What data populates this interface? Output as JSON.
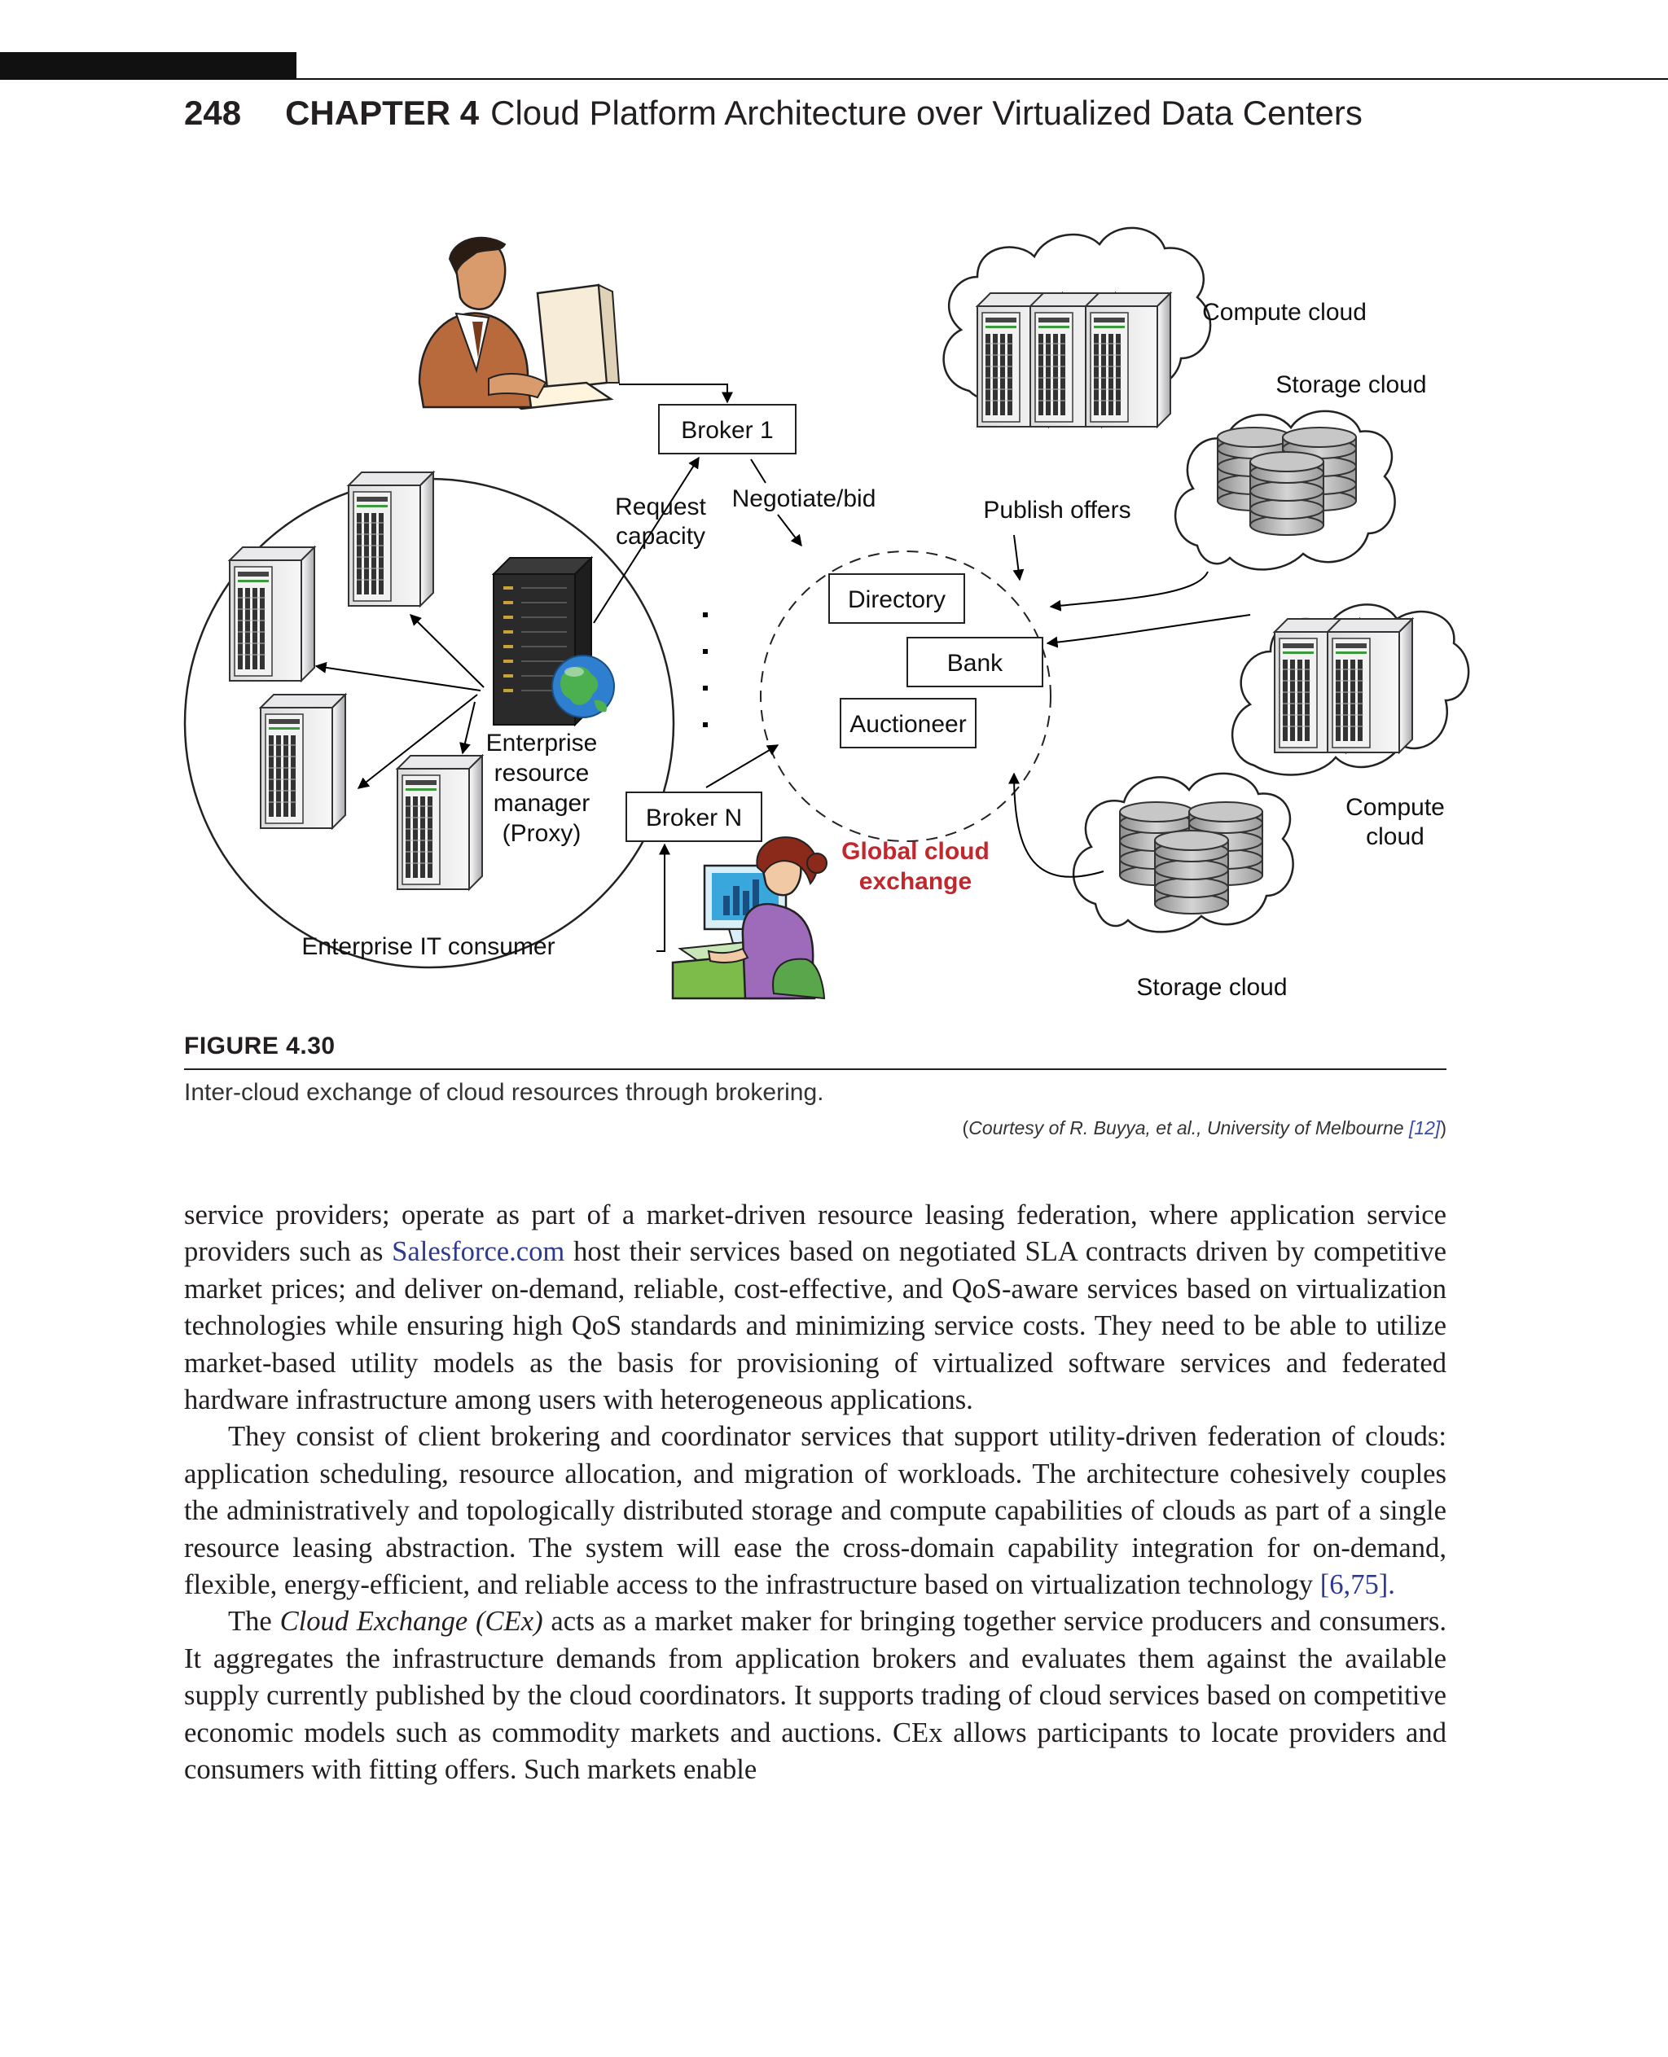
{
  "running_head": {
    "page_number": "248",
    "chapter": "CHAPTER 4",
    "chapter_title": "Cloud Platform Architecture over Virtualized Data Centers"
  },
  "figure": {
    "labels": {
      "broker1": "Broker 1",
      "request": "Request",
      "capacity": "capacity",
      "negotiate": "Negotiate/bid",
      "publish": "Publish offers",
      "directory": "Directory",
      "bank": "Bank",
      "auctioneer": "Auctioneer",
      "broker_n": "Broker N",
      "gce_line1": "Global cloud",
      "gce_line2": "exchange",
      "erm_line1": "Enterprise",
      "erm_line2": "resource",
      "erm_line3": "manager",
      "erm_line4": "(Proxy)",
      "enterprise_it": "Enterprise IT consumer",
      "compute_cloud_top": "Compute cloud",
      "storage_cloud_top": "Storage cloud",
      "compute_cloud_mid_1": "Compute",
      "compute_cloud_mid_2": "cloud",
      "storage_cloud_bottom": "Storage cloud"
    },
    "exchange_color": "#c0282d",
    "label": "FIGURE 4.30",
    "caption": "Inter-cloud exchange of cloud resources through brokering.",
    "credit_open": "(",
    "credit_text": "Courtesy of R. Buyya, et al., University of Melbourne ",
    "credit_ref": "[12]",
    "credit_close": ")"
  },
  "body": {
    "p1_a": "service providers; operate as part of a market-driven resource leasing federation, where application service providers such as ",
    "p1_link": "Salesforce.com",
    "p1_b": " host their services based on negotiated SLA contracts driven by competitive market prices; and deliver on-demand, reliable, cost-effective, and QoS-aware services based on virtualization technologies while ensuring high QoS standards and minimizing service costs. They need to be able to utilize market-based utility models as the basis for provisioning of virtualized software services and federated hardware infrastructure among users with heterogeneous applications.",
    "p2_a": "They consist of client brokering and coordinator services that support utility-driven federation of clouds: application scheduling, resource allocation, and migration of workloads. The architecture cohesively couples the administratively and topologically distributed storage and compute capabilities of clouds as part of a single resource leasing abstraction. The system will ease the cross-domain capability integration for on-demand, flexible, energy-efficient, and reliable access to the infrastructure based on virtualization technology ",
    "p2_ref": "[6,75].",
    "p3_a": "The ",
    "p3_em": "Cloud Exchange (CEx)",
    "p3_b": " acts as a market maker for bringing together service producers and consumers. It aggregates the infrastructure demands from application brokers and evaluates them against the available supply currently published by the cloud coordinators. It supports trading of cloud services based on competitive economic models such as commodity markets and auctions. CEx allows participants to locate providers and consumers with fitting offers. Such markets enable"
  }
}
